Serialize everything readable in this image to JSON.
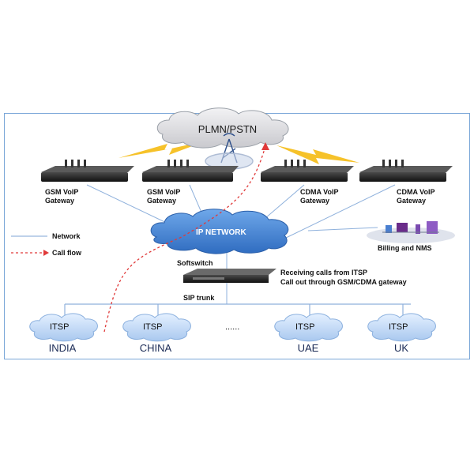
{
  "pstn_label": "PLMN/PSTN",
  "ip_network_label": "IP NETWORK",
  "gateways": [
    {
      "line1": "GSM VoIP",
      "line2": "Gateway"
    },
    {
      "line1": "GSM VoIP",
      "line2": "Gateway"
    },
    {
      "line1": "CDMA VoIP",
      "line2": "Gateway"
    },
    {
      "line1": "CDMA VoIP",
      "line2": "Gateway"
    }
  ],
  "legend": {
    "network": "Network",
    "call_flow": "Call flow"
  },
  "softswitch_label": "Softswitch",
  "softswitch_desc_1": "Receiving calls from ITSP",
  "softswitch_desc_2": "Call out through  GSM/CDMA gateway",
  "sip_trunk_label": "SIP trunk",
  "billing_label": "Billing and NMS",
  "itsp_nodes": [
    {
      "label": "ITSP",
      "country": "INDIA"
    },
    {
      "label": "ITSP",
      "country": "CHINA"
    },
    {
      "label": "ITSP",
      "country": "UAE"
    },
    {
      "label": "ITSP",
      "country": "UK"
    }
  ],
  "ellipsis": "......",
  "colors": {
    "network_line": "#7fa5d6",
    "call_flow": "#e03a3a",
    "cloud_blue": "#4f8fd8",
    "cloud_grey": "#d9d9dc",
    "bolt": "#f6c22a",
    "device": "#222222"
  }
}
